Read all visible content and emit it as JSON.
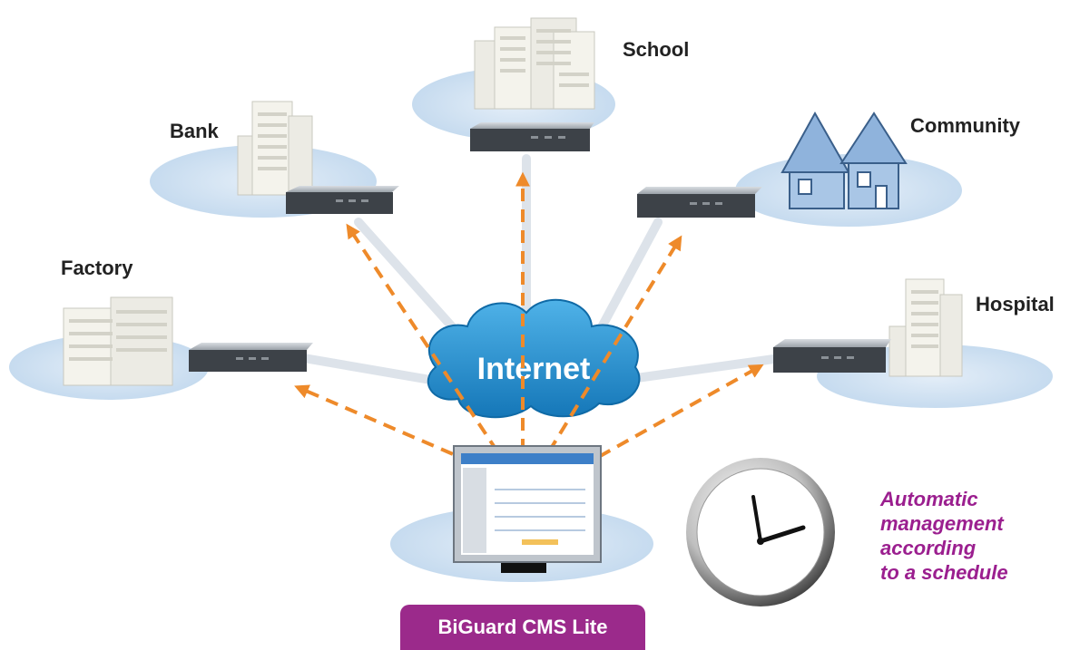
{
  "nodes": {
    "school": "School",
    "bank": "Bank",
    "community": "Community",
    "factory": "Factory",
    "hospital": "Hospital"
  },
  "cloud_label": "Internet",
  "caption_lines": [
    "Automatic",
    "management",
    "according",
    "to a schedule"
  ],
  "product_label": "BiGuard CMS Lite",
  "colors": {
    "platform": "#cfe0f2",
    "cloud": "#1f8fd0",
    "arrow": "#ee8a2a",
    "link": "#dde3ea",
    "device": "#3d4248",
    "badge": "#9b2a8b",
    "caption": "#9b1f8f"
  }
}
